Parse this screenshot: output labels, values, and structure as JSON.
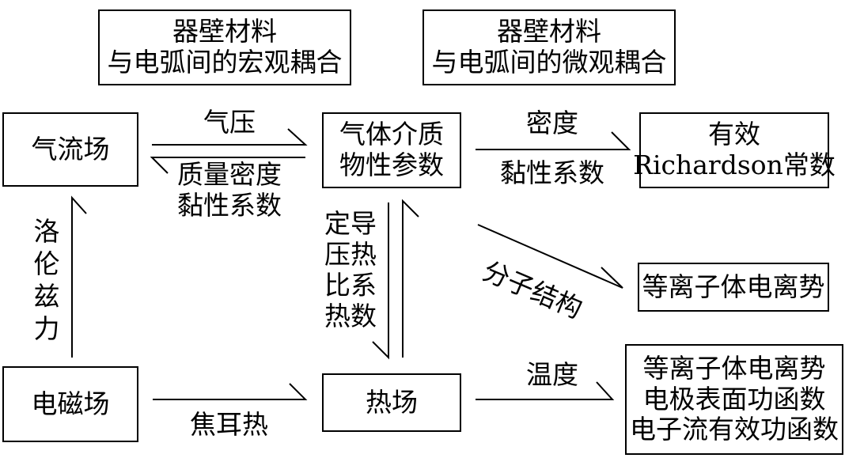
{
  "header_macro": {
    "line1": "器壁材料",
    "line2": "与电弧间的宏观耦合"
  },
  "header_micro": {
    "line1": "器壁材料",
    "line2": "与电弧间的微观耦合"
  },
  "box_gas_flow": "气流场",
  "box_gas_props": {
    "line1": "气体介质",
    "line2": "物性参数"
  },
  "box_richardson": {
    "line1": "有效",
    "line2": "Richardson常数"
  },
  "box_plasma_potential": "等离子体电离势",
  "box_em_field": "电磁场",
  "box_thermal_field": "热场",
  "box_multi": {
    "line1": "等离子体电离势",
    "line2": "电极表面功函数",
    "line3": "电子流有效功函数"
  },
  "labels": {
    "pressure": "气压",
    "mass_density": "质量密度",
    "viscosity_1": "黏性系数",
    "density": "密度",
    "viscosity_2": "黏性系数",
    "lorentz": [
      "洛",
      "伦",
      "兹",
      "力"
    ],
    "cp_heat": [
      "定导",
      "压热",
      "比系",
      "热数"
    ],
    "molecular": "分子结构",
    "temperature": "温度",
    "joule": "焦耳热"
  }
}
